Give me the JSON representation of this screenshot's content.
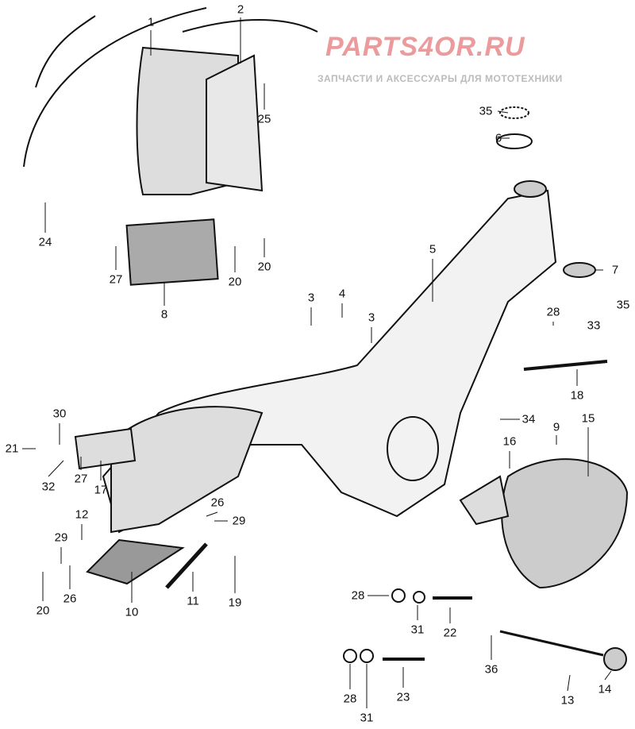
{
  "diagram": {
    "part_labels": [
      "1",
      "2",
      "25",
      "35",
      "6",
      "24",
      "27",
      "20",
      "20",
      "8",
      "5",
      "7",
      "3",
      "4",
      "3",
      "28",
      "35",
      "33",
      "18",
      "34",
      "9",
      "15",
      "30",
      "21",
      "16",
      "32",
      "27",
      "17",
      "26",
      "12",
      "29",
      "29",
      "20",
      "26",
      "10",
      "11",
      "19",
      "28",
      "31",
      "22",
      "36",
      "13",
      "14",
      "28",
      "23",
      "31"
    ]
  },
  "watermark": {
    "tagline": "ЗАПЧАСТИ И АКСЕССУАРЫ ДЛЯ МОТОТЕХНИКИ",
    "brand": "PARTS4OR.RU"
  }
}
